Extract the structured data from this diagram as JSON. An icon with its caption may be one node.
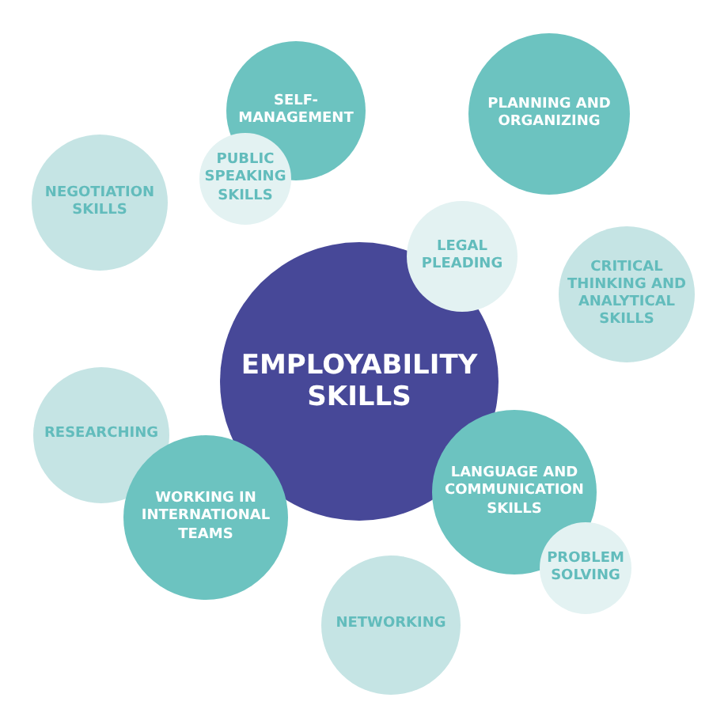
{
  "diagram": {
    "nodes": [
      {
        "text": [
          "SELF-MANAGEMENT"
        ]
      },
      {
        "text": [
          "PLANNING AND ORGANIZING"
        ]
      },
      {
        "text": [
          "NEGOTIATION SKILLS"
        ]
      },
      {
        "text": [
          "PUBLIC SPEAKING SKILLS"
        ]
      },
      {
        "text": [
          "LEGAL PLEADING"
        ]
      },
      {
        "text": [
          "CRITICAL THINKING AND ANALYTICAL SKILLS"
        ]
      },
      {
        "text": [
          "EMPLOYABILITY SKILLS"
        ]
      },
      {
        "text": [
          "RESEARCHING"
        ]
      },
      {
        "text": [
          "WORKING IN INTERNATIONAL TEAMS"
        ]
      },
      {
        "text": [
          "LANGUAGE AND COMMUNICATION SKILLS"
        ]
      },
      {
        "text": [
          "PROBLEM SOLVING"
        ]
      },
      {
        "text": [
          "NETWORKING"
        ]
      }
    ]
  }
}
